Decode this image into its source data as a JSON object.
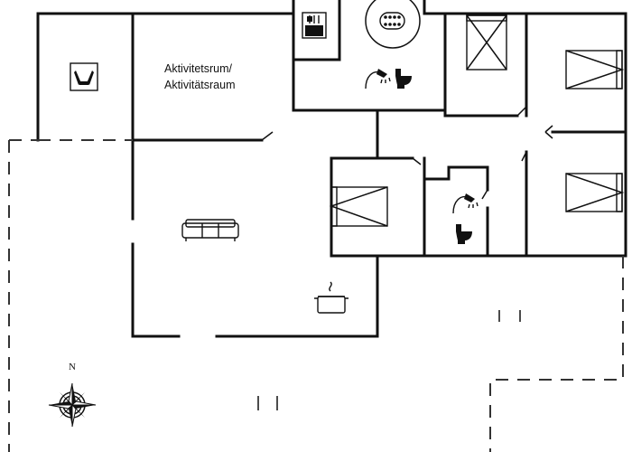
{
  "rooms": {
    "activity_room_label_line1": "Aktivitetsrum/",
    "activity_room_label_line2": "Aktivitätsraum"
  },
  "compass": {
    "north_label": "N"
  },
  "icons": [
    "sauna-icon",
    "whirlpool-icon",
    "shower-icon",
    "toilet-icon",
    "bed-icon",
    "sofa-icon",
    "cooking-pot-icon",
    "compass-rose-icon"
  ]
}
